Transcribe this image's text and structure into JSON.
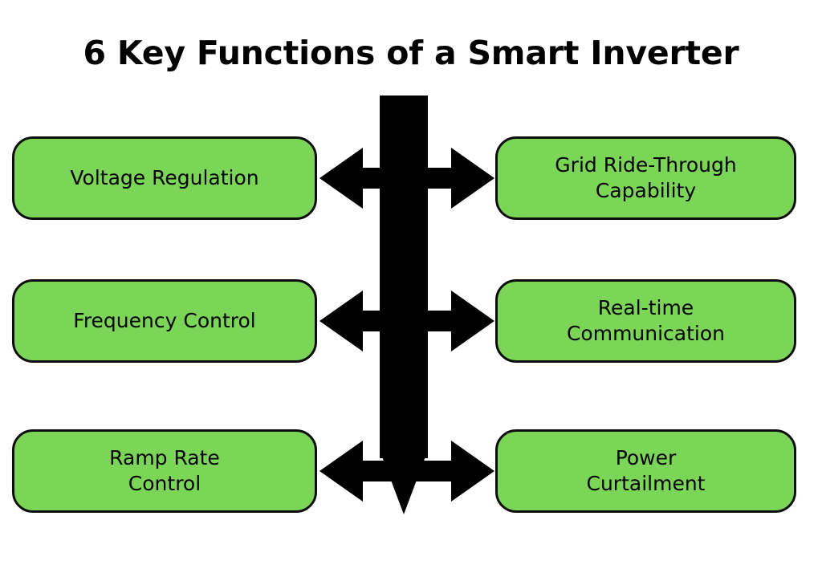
{
  "diagram": {
    "title": "6 Key Functions of a Smart Inverter",
    "background_color": "#ffffff",
    "node_fill_color": "#7BD657",
    "node_border_color": "#0d0d0d",
    "connector_color": "#000000",
    "center_element": {
      "name": "smart-inverter-spine",
      "shape": "downward-arrow",
      "label": ""
    },
    "rows": [
      {
        "left": "Voltage Regulation",
        "right": "Grid Ride-Through\nCapability",
        "connector": "bidirectional-arrow"
      },
      {
        "left": "Frequency Control",
        "right": "Real-time\nCommunication",
        "connector": "bidirectional-arrow"
      },
      {
        "left": "Ramp Rate\nControl",
        "right": "Power\nCurtailment",
        "connector": "bidirectional-arrow"
      }
    ]
  }
}
